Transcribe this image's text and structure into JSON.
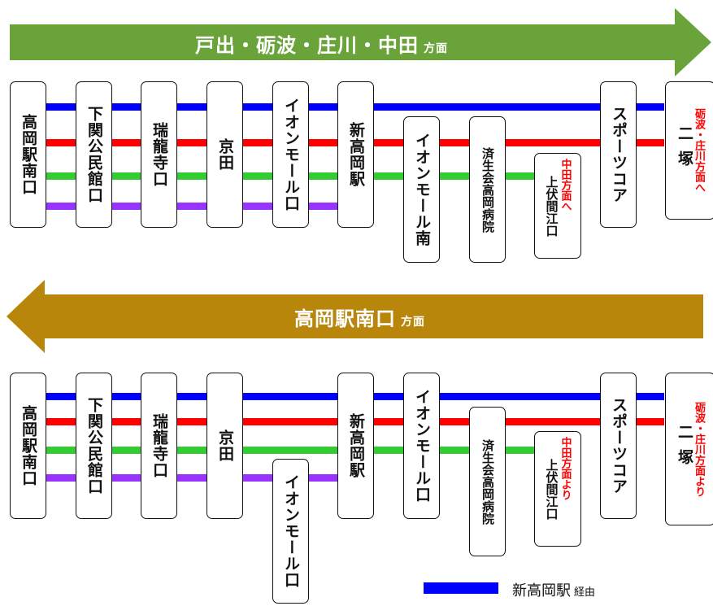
{
  "top_banner": {
    "main": "戸出・砺波・庄川・中田",
    "sub": "方面"
  },
  "bottom_banner": {
    "main": "高岡駅南口",
    "sub": "方面"
  },
  "line_colors": {
    "blue": "#0000ff",
    "red": "#ff0000",
    "green": "#33cc33",
    "purple": "#9933ff",
    "banner_top": "#6aa33a",
    "banner_bottom": "#b8860b"
  },
  "top_stops": [
    "高岡駅南口",
    "下関公民館口",
    "瑞龍寺口",
    "京田",
    "イオンモール口",
    "新高岡駅",
    "イオンモール南",
    "済生会高岡病院",
    "上伏間江口",
    "スポーツコア",
    "二塚"
  ],
  "top_notes": {
    "kamifuseumae": "中田方面へ",
    "futatsuka": "砺波・庄川方面へ"
  },
  "bottom_stops": [
    "高岡駅南口",
    "下関公民館口",
    "瑞龍寺口",
    "京田",
    "イオンモール口",
    "新高岡駅",
    "イオンモール口",
    "済生会高岡病院",
    "上伏間江口",
    "スポーツコア",
    "二塚"
  ],
  "bottom_notes": {
    "kamifuseumae": "中田方面より",
    "futatsuka": "砺波・庄川方面より"
  },
  "legend": {
    "label": "新高岡駅",
    "suffix": "経由"
  }
}
